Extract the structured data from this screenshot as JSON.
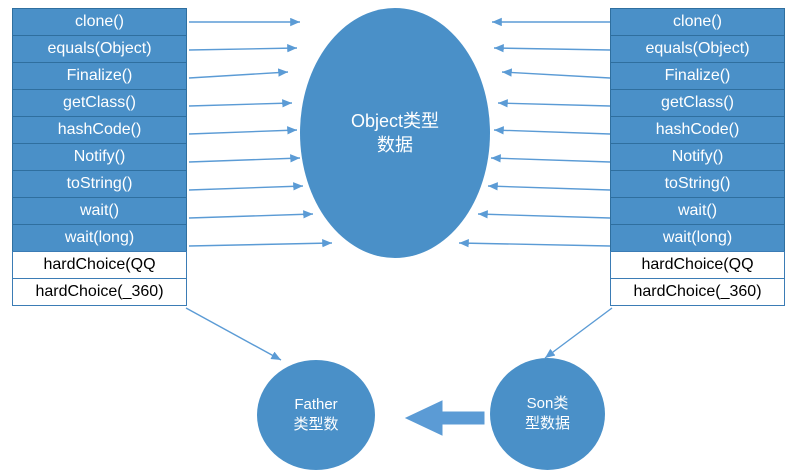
{
  "diagram": {
    "title": "Object type inheritance diagram",
    "colors": {
      "fill": "#4a90c8",
      "stroke": "#3b7cb5",
      "arrow": "#5b9bd5",
      "text_on_fill": "#ffffff",
      "text_plain": "#000000",
      "background": "#ffffff"
    },
    "left_column": {
      "name": "left-method-list",
      "methods": [
        "clone()",
        "equals(Object)",
        "Finalize()",
        "getClass()",
        "hashCode()",
        "Notify()",
        "toString()",
        "wait()",
        "wait(long)"
      ],
      "extra_methods": [
        "hardChoice(QQ",
        "hardChoice(_360)"
      ]
    },
    "right_column": {
      "name": "right-method-list",
      "methods": [
        "clone()",
        "equals(Object)",
        "Finalize()",
        "getClass()",
        "hashCode()",
        "Notify()",
        "toString()",
        "wait()",
        "wait(long)"
      ],
      "extra_methods": [
        "hardChoice(QQ",
        "hardChoice(_360)"
      ]
    },
    "nodes": {
      "object": {
        "line1": "Object类型",
        "line2": "数据"
      },
      "father": {
        "line1": "Father",
        "line2": "类型数"
      },
      "son": {
        "line1": "Son类",
        "line2": "型数据"
      }
    }
  }
}
